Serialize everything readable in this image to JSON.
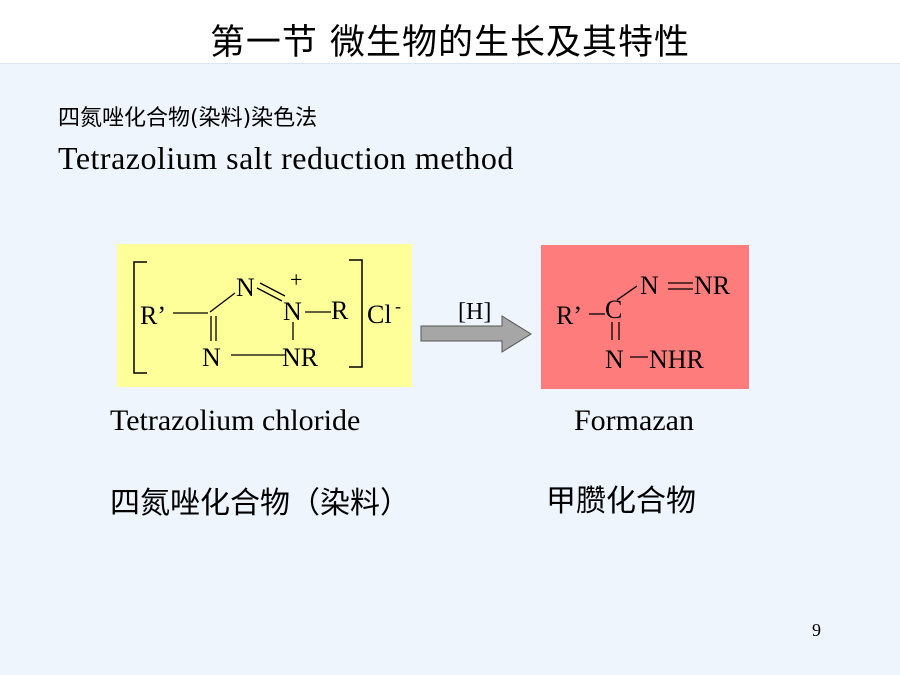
{
  "slide": {
    "title": "第一节  微生物的生长及其特性",
    "subtitle_cn": "四氮唑化合物(染料)染色法",
    "subtitle_en": "Tetrazolium salt reduction method",
    "page_number": "9"
  },
  "colors": {
    "background": "#eef5fc",
    "tetrazolium_box": "#ffff99",
    "formazan_box": "#ff7c7c",
    "arrow": "#a6a6a6"
  },
  "tetrazolium": {
    "atoms": {
      "r_prime": "R’",
      "n_top": "N",
      "plus": "+",
      "n_plus": "N",
      "r": "R",
      "n_bottom_left": "N",
      "nr": "NR",
      "chloride": "Cl",
      "minus": "-"
    },
    "caption_en": "Tetrazolium chloride",
    "caption_cn": "四氮唑化合物（染料）"
  },
  "reaction": {
    "reagent": "[H]"
  },
  "formazan": {
    "atoms": {
      "r_prime": "R’",
      "c": "C",
      "n_top": "N",
      "nr": "NR",
      "n_bottom": "N",
      "nhr": "NHR"
    },
    "caption_en": "Formazan",
    "caption_cn": "甲臜化合物"
  }
}
